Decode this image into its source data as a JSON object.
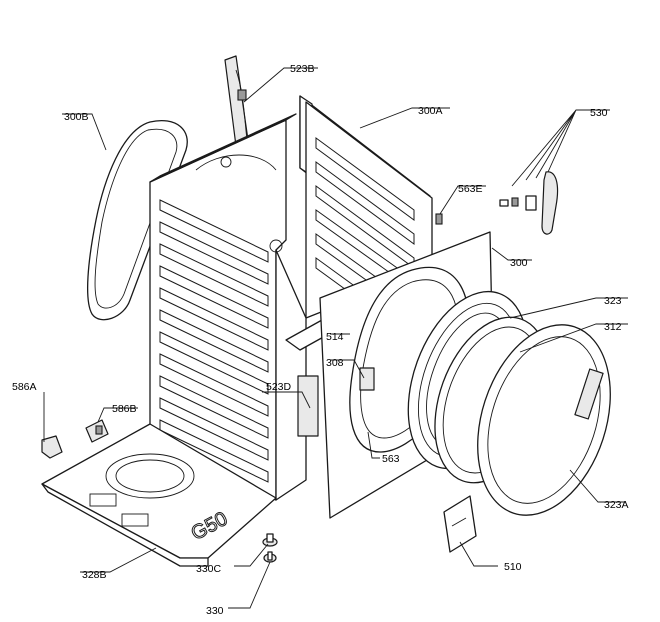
{
  "callouts": [
    {
      "id": "523B",
      "text": "523B"
    },
    {
      "id": "300B",
      "text": "300B"
    },
    {
      "id": "300A",
      "text": "300A"
    },
    {
      "id": "530",
      "text": "530"
    },
    {
      "id": "563E",
      "text": "563E"
    },
    {
      "id": "300",
      "text": "300"
    },
    {
      "id": "323",
      "text": "323"
    },
    {
      "id": "312",
      "text": "312"
    },
    {
      "id": "514",
      "text": "514"
    },
    {
      "id": "308",
      "text": "308"
    },
    {
      "id": "586A",
      "text": "586A"
    },
    {
      "id": "586B",
      "text": "586B"
    },
    {
      "id": "523D",
      "text": "523D"
    },
    {
      "id": "563",
      "text": "563"
    },
    {
      "id": "323A",
      "text": "323A"
    },
    {
      "id": "328B",
      "text": "328B"
    },
    {
      "id": "330C",
      "text": "330C"
    },
    {
      "id": "510",
      "text": "510"
    },
    {
      "id": "330",
      "text": "330"
    }
  ],
  "base_marking": "G50"
}
